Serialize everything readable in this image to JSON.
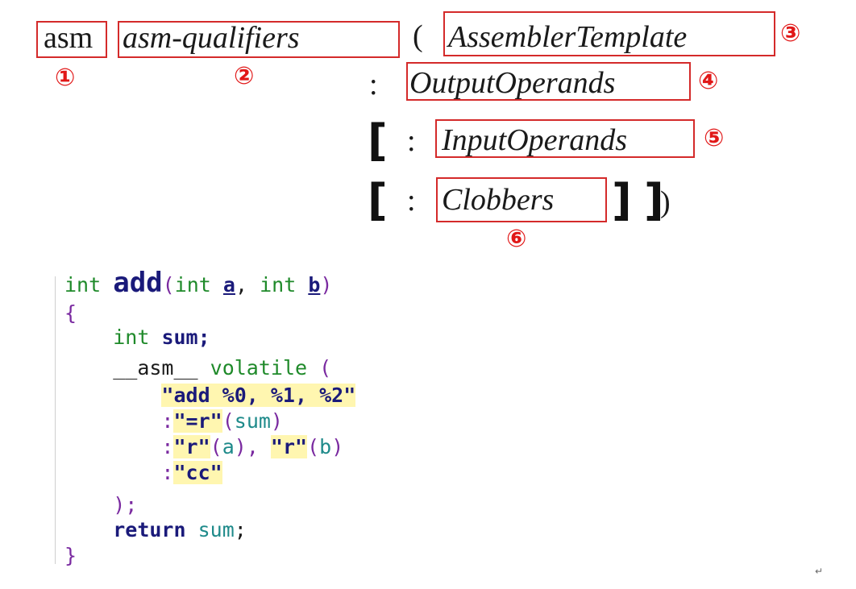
{
  "syntax": {
    "asm": "asm",
    "qualifiers": "asm-qualifiers",
    "open_paren": "(",
    "template": "AssemblerTemplate",
    "colon": ":",
    "output": "OutputOperands",
    "open_bracket": "[",
    "input": "InputOperands",
    "clobbers": "Clobbers",
    "close_bracket": "]",
    "close_paren": ")"
  },
  "markers": [
    "①",
    "②",
    "③",
    "④",
    "⑤",
    "⑥"
  ],
  "code": {
    "l1_int": "int",
    "l1_fn": "add",
    "l1_open": "(",
    "l1_int_a": "int ",
    "l1_a": "a",
    "l1_comma": ", ",
    "l1_int_b": "int ",
    "l1_b": "b",
    "l1_close": ")",
    "l2": "{",
    "l3_int": "int",
    "l3_sum": "sum;",
    "l4_asm": "__asm__",
    "l4_vol": "volatile",
    "l4_paren": "(",
    "l5_str": "\"add %0, %1, %2\"",
    "l6_colon": ":",
    "l6_str": "\"=r\"",
    "l6_open": "(",
    "l6_sum": "sum",
    "l6_close": ")",
    "l7_colon": ":",
    "l7_str1": "\"r\"",
    "l7_open1": "(",
    "l7_a": "a",
    "l7_close1": "), ",
    "l7_str2": "\"r\"",
    "l7_open2": "(",
    "l7_b": "b",
    "l7_close2": ")",
    "l8_colon": ":",
    "l8_str": "\"cc\"",
    "l9": ");",
    "l10_ret": "return",
    "l10_sum": "sum",
    "l10_semi": ";",
    "l11": "}"
  },
  "paragraph_mark": "↵"
}
